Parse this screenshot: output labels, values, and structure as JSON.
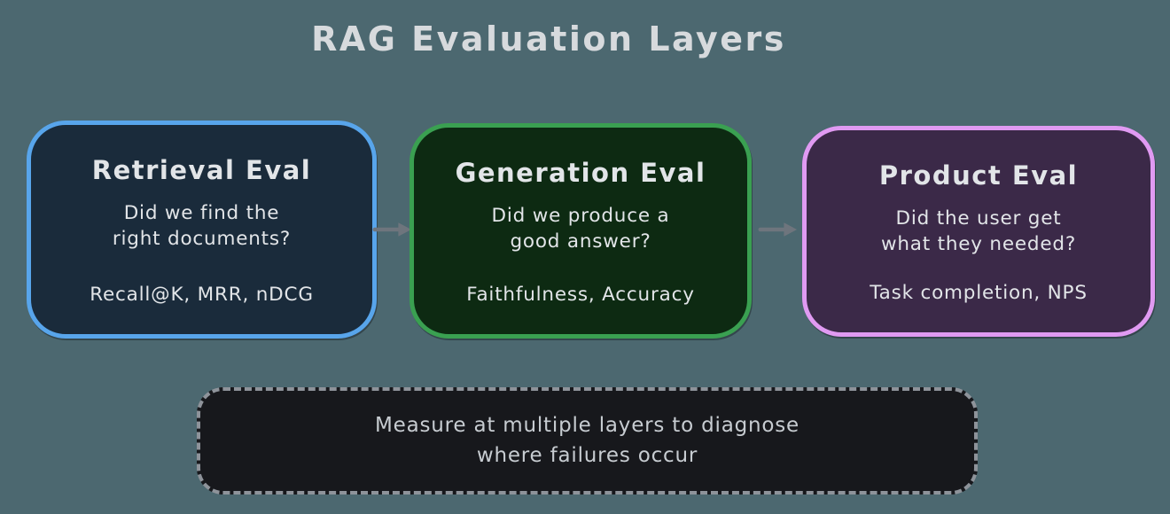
{
  "title": "RAG Evaluation Layers",
  "boxes": [
    {
      "heading": "Retrieval Eval",
      "question_line1": "Did we find the",
      "question_line2": "right documents?",
      "metrics": "Recall@K, MRR, nDCG"
    },
    {
      "heading": "Generation Eval",
      "question_line1": "Did we produce a",
      "question_line2": "good answer?",
      "metrics": "Faithfulness, Accuracy"
    },
    {
      "heading": "Product Eval",
      "question_line1": "Did the user get",
      "question_line2": "what they needed?",
      "metrics": "Task completion, NPS"
    }
  ],
  "note": {
    "line1": "Measure at multiple layers to diagnose",
    "line2": "where failures occur"
  },
  "colors": {
    "background": "#4c6870",
    "title_text": "#d7dadd",
    "box_text": "#e2e5e8",
    "retrieval_fill": "#1a2b3b",
    "retrieval_border": "#58a5eb",
    "generation_fill": "#0d2a12",
    "generation_border": "#3aa051",
    "product_fill": "#3b2948",
    "product_border": "#e09af2",
    "note_fill": "#17181c",
    "note_border": "#8e939a",
    "note_text": "#c7ccd1",
    "arrow": "#6e757d"
  }
}
